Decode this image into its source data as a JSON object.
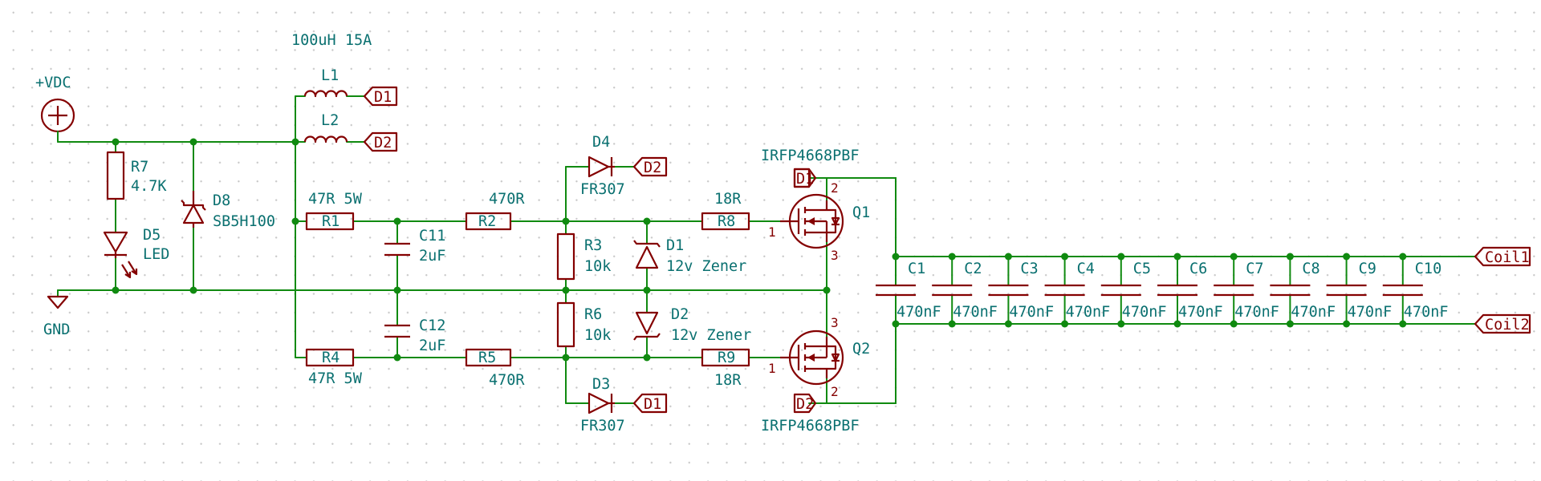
{
  "power": {
    "vdc": "+VDC",
    "gnd": "GND"
  },
  "inductors": {
    "L1": {
      "ref": "L1"
    },
    "L2": {
      "ref": "L2"
    },
    "spec": "100uH 15A"
  },
  "resistors": {
    "R1": {
      "ref": "R1",
      "value": "47R 5W"
    },
    "R2": {
      "ref": "R2",
      "value": "470R"
    },
    "R3": {
      "ref": "R3",
      "value": "10k"
    },
    "R4": {
      "ref": "R4",
      "value": "47R 5W"
    },
    "R5": {
      "ref": "R5",
      "value": "470R"
    },
    "R6": {
      "ref": "R6",
      "value": "10k"
    },
    "R7": {
      "ref": "R7",
      "value": "4.7K"
    },
    "R8": {
      "ref": "R8",
      "value": "18R"
    },
    "R9": {
      "ref": "R9",
      "value": "18R"
    }
  },
  "caps_small": {
    "C11": {
      "ref": "C11",
      "value": "2uF"
    },
    "C12": {
      "ref": "C12",
      "value": "2uF"
    }
  },
  "diodes": {
    "D1": {
      "ref": "D1",
      "value": "12v Zener"
    },
    "D2": {
      "ref": "D2",
      "value": "12v Zener"
    },
    "D3": {
      "ref": "D3",
      "value": "FR307"
    },
    "D4": {
      "ref": "D4",
      "value": "FR307"
    },
    "D5": {
      "ref": "D5",
      "value": "LED"
    },
    "D8": {
      "ref": "D8",
      "value": "SB5H100"
    }
  },
  "mosfets": {
    "Q1": {
      "ref": "Q1",
      "value": "IRFP4668PBF",
      "gate_pin": "1",
      "drain_pin": "2",
      "source_pin": "3"
    },
    "Q2": {
      "ref": "Q2",
      "value": "IRFP4668PBF",
      "gate_pin": "1",
      "drain_pin": "2",
      "source_pin": "3"
    }
  },
  "cap_bank": {
    "refs": [
      "C1",
      "C2",
      "C3",
      "C4",
      "C5",
      "C6",
      "C7",
      "C8",
      "C9",
      "C10"
    ],
    "value": "470nF"
  },
  "net_labels": {
    "d1": "D1",
    "d2": "D2",
    "coil1": "Coil1",
    "coil2": "Coil2"
  }
}
